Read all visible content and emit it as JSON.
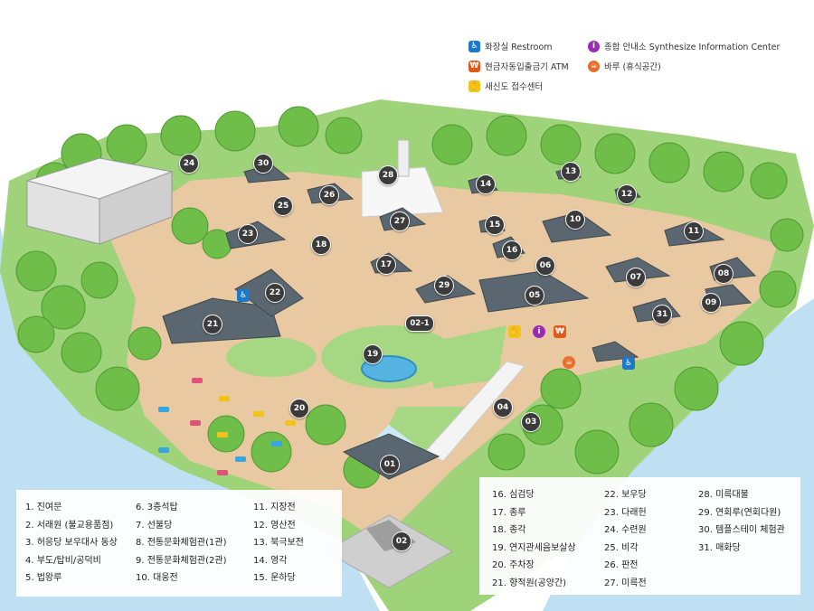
{
  "legend": {
    "restroom": "화장실 Restroom",
    "atm": "현금자동입출금기 ATM",
    "reception": "새신도 접수센터",
    "info": "종합 안내소 Synthesize Information Center",
    "rest": "바루 (휴식공간)"
  },
  "colors": {
    "ground": "#e9c9a2",
    "water": "#bfe0f2",
    "grass": "#9fd37a",
    "tree": "#6fbe49",
    "restroom": "#1c78c8",
    "atm": "#e05a1c",
    "reception": "#f2c418",
    "info": "#9a2bb5",
    "rest": "#e76f2a",
    "marker": "#3b3b3b"
  },
  "markers": [
    "01",
    "02",
    "02-1",
    "03",
    "04",
    "05",
    "06",
    "07",
    "08",
    "09",
    "10",
    "11",
    "12",
    "13",
    "14",
    "15",
    "16",
    "17",
    "18",
    "19",
    "20",
    "21",
    "22",
    "23",
    "24",
    "25",
    "26",
    "27",
    "28",
    "29",
    "30",
    "31"
  ],
  "list_left": [
    [
      "1. 진여문",
      "6. 3층석탑",
      "11. 지장전"
    ],
    [
      "2. 서래원 (불교용품점)",
      "7. 선불당",
      "12. 영산전"
    ],
    [
      "3. 허응당 보우대사 동상",
      "8. 전통문화체험관(1관)",
      "13. 북극보전"
    ],
    [
      "4. 부도/탑비/공덕비",
      "9. 전통문화체험관(2관)",
      "14. 영각"
    ],
    [
      "5. 법왕루",
      "10. 대웅전",
      "15. 운하당"
    ]
  ],
  "list_right": [
    [
      "16. 심검당",
      "22. 보우당",
      "28. 미륵대불"
    ],
    [
      "17. 종루",
      "23. 다래헌",
      "29. 연회루(연회다원)"
    ],
    [
      "18. 종각",
      "24. 수련원",
      "30. 템플스테이 체험관"
    ],
    [
      "19. 연지관세음보살상",
      "25. 비각",
      "31. 매화당"
    ],
    [
      "20. 주차장",
      "26. 판전",
      ""
    ],
    [
      "21. 향적원(공양간)",
      "27. 미륵전",
      ""
    ]
  ]
}
